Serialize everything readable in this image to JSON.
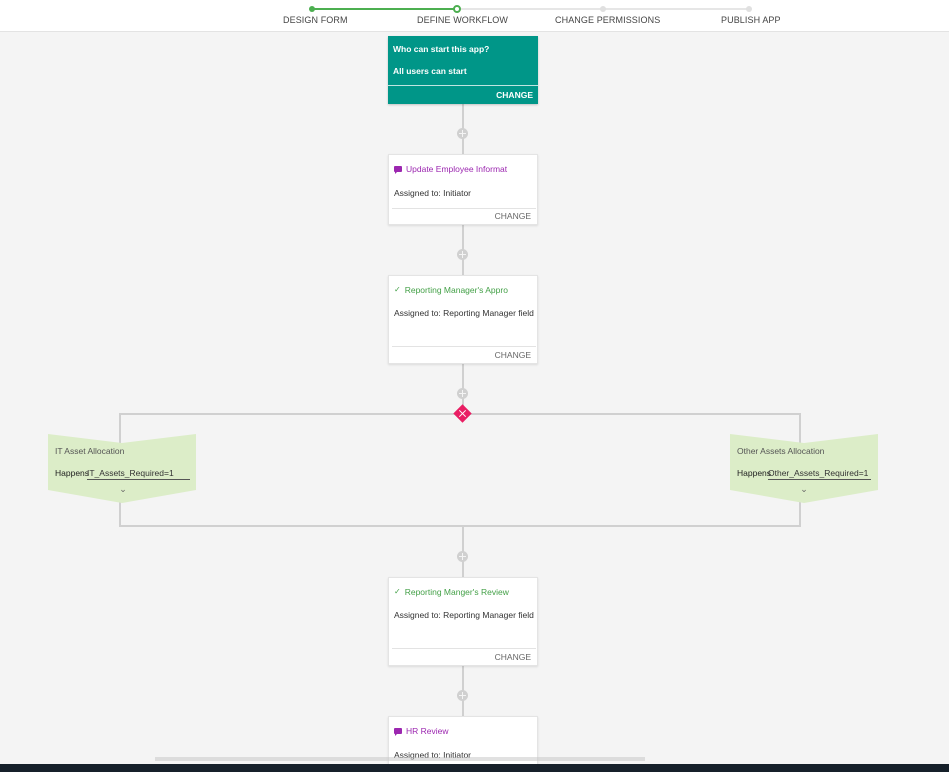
{
  "stepper": {
    "steps": [
      {
        "label": "DESIGN FORM"
      },
      {
        "label": "DEFINE WORKFLOW"
      },
      {
        "label": "CHANGE PERMISSIONS"
      },
      {
        "label": "PUBLISH APP"
      }
    ]
  },
  "start": {
    "question": "Who can start this app?",
    "value": "All users can start",
    "change_label": "CHANGE"
  },
  "cards": [
    {
      "title": "Update Employee Informat",
      "icon": "chat-icon",
      "assigned": "Assigned to: Initiator",
      "change_label": "CHANGE"
    },
    {
      "title": "Reporting Manager's Appro",
      "icon": "check-icon",
      "assigned": "Assigned to: Reporting Manager field",
      "change_label": "CHANGE"
    },
    {
      "title": "Reporting Manger's Review",
      "icon": "check-icon",
      "assigned": "Assigned to: Reporting Manager field",
      "change_label": "CHANGE"
    },
    {
      "title": "HR Review",
      "icon": "chat-icon",
      "assigned": "Assigned to: Initiator"
    }
  ],
  "branches": [
    {
      "title": "IT Asset Allocation",
      "happens_label": "Happens",
      "condition": "IT_Assets_Required=1"
    },
    {
      "title": "Other Assets Allocation",
      "happens_label": "Happens",
      "condition": "Other_Assets_Required=1"
    }
  ],
  "colors": {
    "start_card": "#009688",
    "step_done": "#4caf50",
    "branch_diamond": "#e91e63",
    "branch_fill": "#dcedc8",
    "form_step_title": "#9c27b0",
    "approval_step_title": "#43a047"
  }
}
